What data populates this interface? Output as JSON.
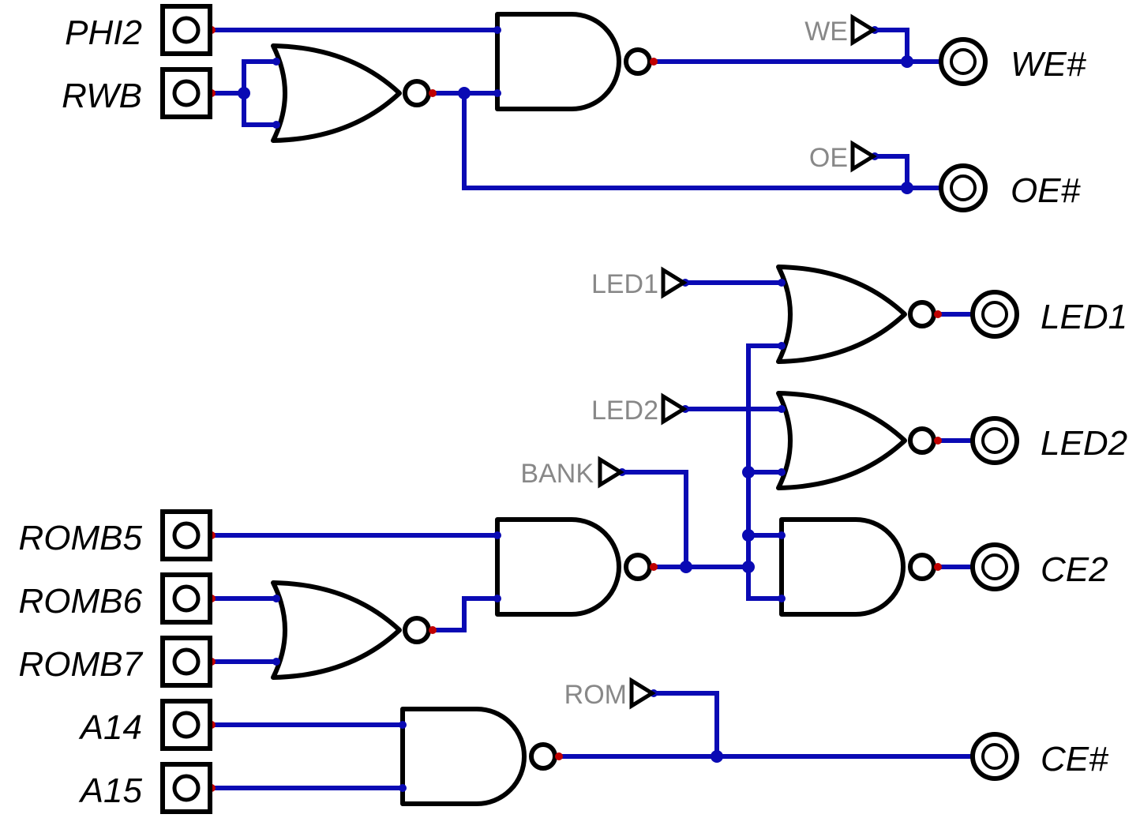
{
  "colors": {
    "wire": "#0a0ab4",
    "pin": "#c00000",
    "gate": "#000000",
    "tunnel_text": "#888888"
  },
  "inputs": {
    "phi2": "PHI2",
    "rwb": "RWB",
    "romb5": "ROMB5",
    "romb6": "ROMB6",
    "romb7": "ROMB7",
    "a14": "A14",
    "a15": "A15"
  },
  "outputs": {
    "we": "WE#",
    "oe": "OE#",
    "led1": "LED1",
    "led2": "LED2",
    "ce2": "CE2",
    "ce": "CE#"
  },
  "tunnels": {
    "we": "WE",
    "oe": "OE",
    "led1": "LED1",
    "led2": "LED2",
    "bank": "BANK",
    "rom": "ROM"
  }
}
